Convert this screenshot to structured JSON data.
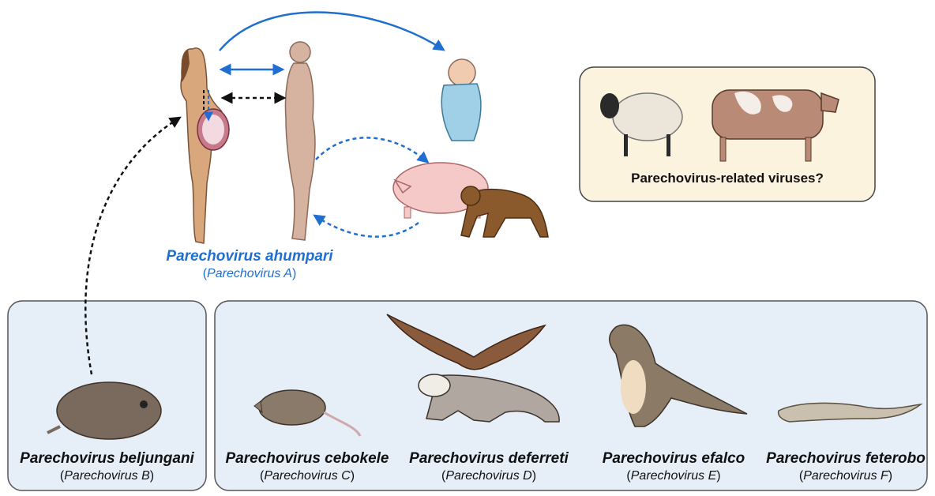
{
  "species_a": {
    "name": "Parechovirus ahumpari",
    "old_prefix": "(",
    "old_name": "Parechovirus A",
    "old_suffix": ")"
  },
  "species_b": {
    "name": "Parechovirus beljungani",
    "old_prefix": "(",
    "old_name": "Parechovirus B",
    "old_suffix": ")"
  },
  "species_c": {
    "name": "Parechovirus cebokele",
    "old_prefix": "(",
    "old_name": "Parechovirus C",
    "old_suffix": ")"
  },
  "species_d": {
    "name": "Parechovirus deferreti",
    "old_prefix": "(",
    "old_name": "Parechovirus D",
    "old_suffix": ")"
  },
  "species_e": {
    "name": "Parechovirus efalco",
    "old_prefix": "(",
    "old_name": "Parechovirus E",
    "old_suffix": ")"
  },
  "species_f": {
    "name": "Parechovirus feterobo",
    "old_prefix": "(",
    "old_name": "Parechovirus F",
    "old_suffix": ")"
  },
  "related_box": {
    "label": "Parechovirus-related viruses?"
  },
  "colors": {
    "blue_arrow": "#1f6fd0",
    "black_arrow": "#111111",
    "panel_fill": "#e6eef8",
    "related_fill": "#fbf3dd",
    "skin": "#d9a77c",
    "male_skin": "#d6b3a0"
  }
}
